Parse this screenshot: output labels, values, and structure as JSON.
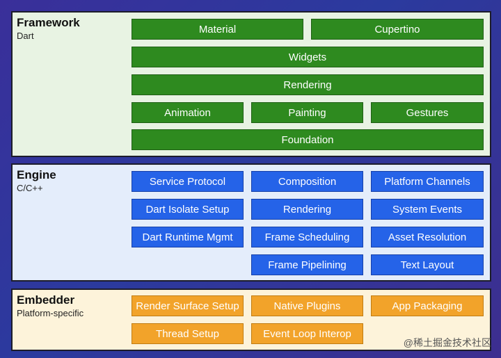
{
  "framework": {
    "title": "Framework",
    "subtitle": "Dart",
    "row1": [
      "Material",
      "Cupertino"
    ],
    "row2": "Widgets",
    "row3": "Rendering",
    "row4": [
      "Animation",
      "Painting",
      "Gestures"
    ],
    "row5": "Foundation"
  },
  "engine": {
    "title": "Engine",
    "subtitle": "C/C++",
    "col1": [
      "Service Protocol",
      "Dart Isolate Setup",
      "Dart Runtime Mgmt"
    ],
    "col2": [
      "Composition",
      "Rendering",
      "Frame Scheduling",
      "Frame Pipelining"
    ],
    "col3": [
      "Platform Channels",
      "System Events",
      "Asset Resolution",
      "Text Layout"
    ]
  },
  "embedder": {
    "title": "Embedder",
    "subtitle": "Platform-specific",
    "row1": [
      "Render Surface Setup",
      "Native Plugins",
      "App Packaging"
    ],
    "row2": [
      "Thread Setup",
      "Event Loop Interop"
    ]
  },
  "watermark": "@稀土掘金技术社区",
  "colors": {
    "framework_box": "#2e8a1f",
    "engine_box": "#2563e8",
    "embedder_box": "#f2a32a",
    "framework_bg": "#e8f3e3",
    "engine_bg": "#e4edfb",
    "embedder_bg": "#fdf3da"
  }
}
